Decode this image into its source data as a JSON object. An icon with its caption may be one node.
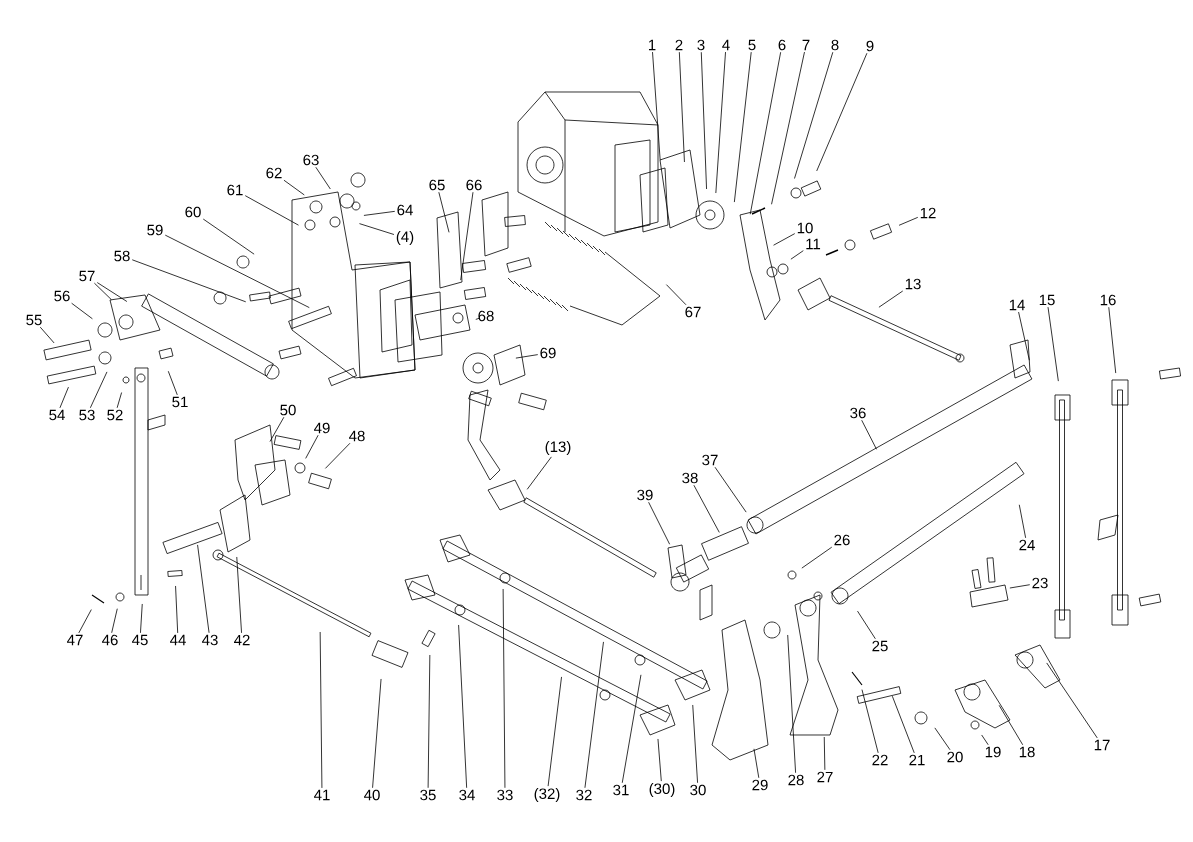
{
  "diagram": {
    "nodes": [
      {
        "text": [
          "1"
        ]
      },
      {
        "text": [
          "2"
        ]
      },
      {
        "text": [
          "3"
        ]
      },
      {
        "text": [
          "4"
        ]
      },
      {
        "text": [
          "5"
        ]
      },
      {
        "text": [
          "6"
        ]
      },
      {
        "text": [
          "7"
        ]
      },
      {
        "text": [
          "8"
        ]
      },
      {
        "text": [
          "9"
        ]
      },
      {
        "text": [
          "10"
        ]
      },
      {
        "text": [
          "11"
        ]
      },
      {
        "text": [
          "12"
        ]
      },
      {
        "text": [
          "13"
        ]
      },
      {
        "text": [
          "(13)"
        ]
      },
      {
        "text": [
          "14"
        ]
      },
      {
        "text": [
          "15"
        ]
      },
      {
        "text": [
          "16"
        ]
      },
      {
        "text": [
          "17"
        ]
      },
      {
        "text": [
          "18"
        ]
      },
      {
        "text": [
          "19"
        ]
      },
      {
        "text": [
          "20"
        ]
      },
      {
        "text": [
          "21"
        ]
      },
      {
        "text": [
          "22"
        ]
      },
      {
        "text": [
          "23"
        ]
      },
      {
        "text": [
          "24"
        ]
      },
      {
        "text": [
          "25"
        ]
      },
      {
        "text": [
          "26"
        ]
      },
      {
        "text": [
          "27"
        ]
      },
      {
        "text": [
          "28"
        ]
      },
      {
        "text": [
          "29"
        ]
      },
      {
        "text": [
          "30"
        ]
      },
      {
        "text": [
          "(30)"
        ]
      },
      {
        "text": [
          "31"
        ]
      },
      {
        "text": [
          "32"
        ]
      },
      {
        "text": [
          "(32)"
        ]
      },
      {
        "text": [
          "33"
        ]
      },
      {
        "text": [
          "34"
        ]
      },
      {
        "text": [
          "35"
        ]
      },
      {
        "text": [
          "36"
        ]
      },
      {
        "text": [
          "37"
        ]
      },
      {
        "text": [
          "38"
        ]
      },
      {
        "text": [
          "39"
        ]
      },
      {
        "text": [
          "40"
        ]
      },
      {
        "text": [
          "41"
        ]
      },
      {
        "text": [
          "42"
        ]
      },
      {
        "text": [
          "43"
        ]
      },
      {
        "text": [
          "44"
        ]
      },
      {
        "text": [
          "45"
        ]
      },
      {
        "text": [
          "46"
        ]
      },
      {
        "text": [
          "47"
        ]
      },
      {
        "text": [
          "48"
        ]
      },
      {
        "text": [
          "49"
        ]
      },
      {
        "text": [
          "50"
        ]
      },
      {
        "text": [
          "51"
        ]
      },
      {
        "text": [
          "52"
        ]
      },
      {
        "text": [
          "53"
        ]
      },
      {
        "text": [
          "54"
        ]
      },
      {
        "text": [
          "55"
        ]
      },
      {
        "text": [
          "56"
        ]
      },
      {
        "text": [
          "57"
        ]
      },
      {
        "text": [
          "58"
        ]
      },
      {
        "text": [
          "59"
        ]
      },
      {
        "text": [
          "60"
        ]
      },
      {
        "text": [
          "61"
        ]
      },
      {
        "text": [
          "62"
        ]
      },
      {
        "text": [
          "63"
        ]
      },
      {
        "text": [
          "64"
        ]
      },
      {
        "text": [
          "(4)"
        ]
      },
      {
        "text": [
          "65"
        ]
      },
      {
        "text": [
          "66"
        ]
      },
      {
        "text": [
          "67"
        ]
      },
      {
        "text": [
          "68"
        ]
      },
      {
        "text": [
          "69"
        ]
      }
    ],
    "edges": [
      {
        "from": 0,
        "to": null,
        "arrow": "none"
      },
      {
        "from": 1,
        "to": null,
        "arrow": "none"
      },
      {
        "from": 2,
        "to": null,
        "arrow": "none"
      },
      {
        "from": 3,
        "to": null,
        "arrow": "none"
      },
      {
        "from": 4,
        "to": null,
        "arrow": "none"
      },
      {
        "from": 5,
        "to": null,
        "arrow": "none"
      },
      {
        "from": 6,
        "to": null,
        "arrow": "none"
      },
      {
        "from": 7,
        "to": null,
        "arrow": "none"
      },
      {
        "from": 8,
        "to": null,
        "arrow": "none"
      },
      {
        "from": 9,
        "to": null,
        "arrow": "none"
      },
      {
        "from": 10,
        "to": null,
        "arrow": "none"
      },
      {
        "from": 11,
        "to": null,
        "arrow": "none"
      },
      {
        "from": 12,
        "to": null,
        "arrow": "none"
      },
      {
        "from": 13,
        "to": null,
        "arrow": "none"
      },
      {
        "from": 14,
        "to": null,
        "arrow": "none"
      },
      {
        "from": 15,
        "to": null,
        "arrow": "none"
      },
      {
        "from": 16,
        "to": null,
        "arrow": "none"
      },
      {
        "from": 17,
        "to": null,
        "arrow": "none"
      },
      {
        "from": 18,
        "to": null,
        "arrow": "none"
      },
      {
        "from": 19,
        "to": null,
        "arrow": "none"
      },
      {
        "from": 20,
        "to": null,
        "arrow": "none"
      },
      {
        "from": 21,
        "to": null,
        "arrow": "none"
      },
      {
        "from": 22,
        "to": null,
        "arrow": "none"
      },
      {
        "from": 23,
        "to": null,
        "arrow": "none"
      },
      {
        "from": 24,
        "to": null,
        "arrow": "none"
      },
      {
        "from": 25,
        "to": null,
        "arrow": "none"
      },
      {
        "from": 26,
        "to": null,
        "arrow": "none"
      },
      {
        "from": 27,
        "to": null,
        "arrow": "none"
      },
      {
        "from": 28,
        "to": null,
        "arrow": "none"
      },
      {
        "from": 29,
        "to": null,
        "arrow": "none"
      },
      {
        "from": 30,
        "to": null,
        "arrow": "none"
      },
      {
        "from": 31,
        "to": null,
        "arrow": "none"
      },
      {
        "from": 32,
        "to": null,
        "arrow": "none"
      },
      {
        "from": 33,
        "to": null,
        "arrow": "none"
      },
      {
        "from": 34,
        "to": null,
        "arrow": "none"
      },
      {
        "from": 35,
        "to": null,
        "arrow": "none"
      },
      {
        "from": 36,
        "to": null,
        "arrow": "none"
      },
      {
        "from": 37,
        "to": null,
        "arrow": "none"
      },
      {
        "from": 38,
        "to": null,
        "arrow": "none"
      },
      {
        "from": 39,
        "to": null,
        "arrow": "none"
      },
      {
        "from": 40,
        "to": null,
        "arrow": "none"
      },
      {
        "from": 41,
        "to": null,
        "arrow": "none"
      },
      {
        "from": 42,
        "to": null,
        "arrow": "none"
      },
      {
        "from": 43,
        "to": null,
        "arrow": "none"
      },
      {
        "from": 44,
        "to": null,
        "arrow": "none"
      },
      {
        "from": 45,
        "to": null,
        "arrow": "none"
      },
      {
        "from": 46,
        "to": null,
        "arrow": "none"
      },
      {
        "from": 47,
        "to": null,
        "arrow": "none"
      },
      {
        "from": 48,
        "to": null,
        "arrow": "none"
      },
      {
        "from": 49,
        "to": null,
        "arrow": "none"
      },
      {
        "from": 50,
        "to": null,
        "arrow": "none"
      },
      {
        "from": 51,
        "to": null,
        "arrow": "none"
      },
      {
        "from": 52,
        "to": null,
        "arrow": "none"
      },
      {
        "from": 53,
        "to": null,
        "arrow": "none"
      },
      {
        "from": 54,
        "to": null,
        "arrow": "none"
      },
      {
        "from": 55,
        "to": null,
        "arrow": "none"
      },
      {
        "from": 56,
        "to": null,
        "arrow": "none"
      },
      {
        "from": 57,
        "to": null,
        "arrow": "none"
      },
      {
        "from": 58,
        "to": null,
        "arrow": "none"
      },
      {
        "from": 59,
        "to": null,
        "arrow": "none"
      },
      {
        "from": 59,
        "to": null,
        "arrow": "none"
      },
      {
        "from": 60,
        "to": null,
        "arrow": "none"
      },
      {
        "from": 61,
        "to": null,
        "arrow": "none"
      },
      {
        "from": 62,
        "to": null,
        "arrow": "none"
      },
      {
        "from": 63,
        "to": null,
        "arrow": "none"
      },
      {
        "from": 64,
        "to": null,
        "arrow": "none"
      },
      {
        "from": 65,
        "to": null,
        "arrow": "none"
      },
      {
        "from": 66,
        "to": null,
        "arrow": "none"
      },
      {
        "from": 67,
        "to": null,
        "arrow": "none"
      },
      {
        "from": 68,
        "to": null,
        "arrow": "none"
      },
      {
        "from": 69,
        "to": null,
        "arrow": "none"
      },
      {
        "from": 70,
        "to": null,
        "arrow": "none"
      },
      {
        "from": 71,
        "to": null,
        "arrow": "none"
      },
      {
        "from": 72,
        "to": null,
        "arrow": "none"
      }
    ]
  }
}
